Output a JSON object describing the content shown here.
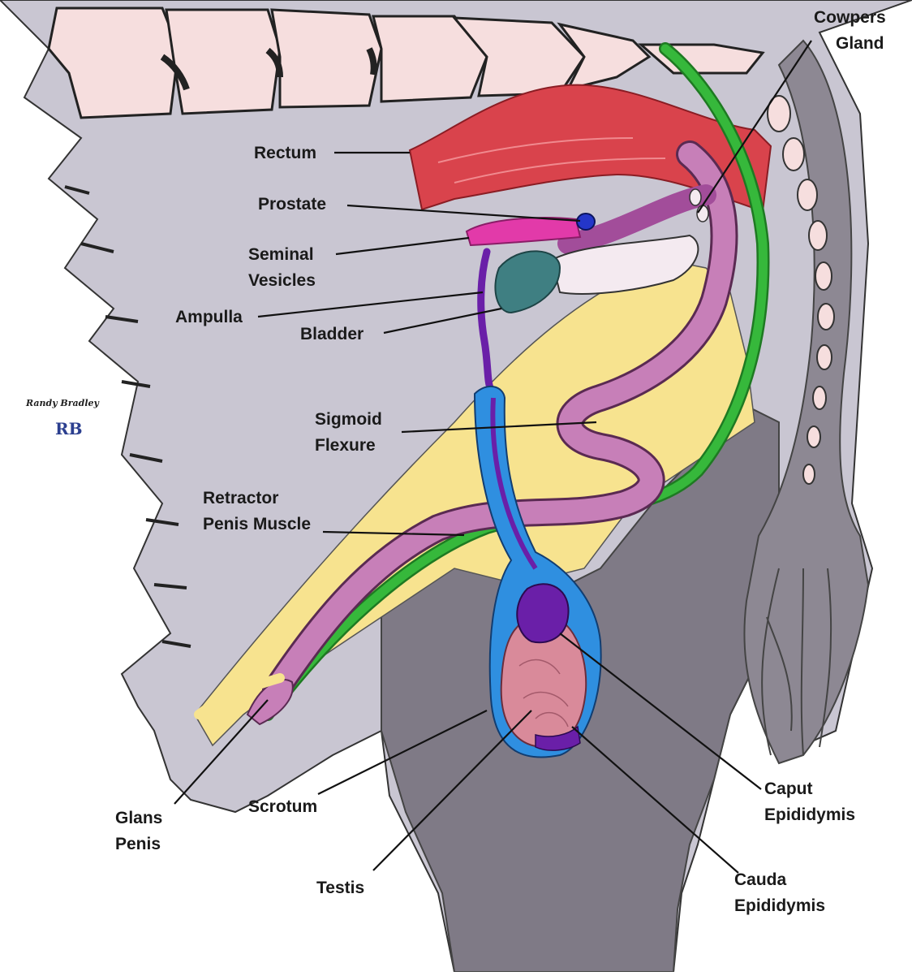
{
  "labels": {
    "cowpers_l1": "Cowpers",
    "cowpers_l2": "Gland",
    "rectum": "Rectum",
    "prostate": "Prostate",
    "seminal_l1": "Seminal",
    "seminal_l2": "Vesicles",
    "ampulla": "Ampulla",
    "bladder": "Bladder",
    "sigmoid_l1": "Sigmoid",
    "sigmoid_l2": "Flexure",
    "retractor_l1": "Retractor",
    "retractor_l2": "Penis Muscle",
    "glans_l1": "Glans",
    "glans_l2": "Penis",
    "scrotum": "Scrotum",
    "testis": "Testis",
    "caput_l1": "Caput",
    "caput_l2": "Epididymis",
    "cauda_l1": "Cauda",
    "cauda_l2": "Epididymis"
  },
  "signature": {
    "name": "Randy Bradley",
    "initials": "RB"
  },
  "colors": {
    "body": "#c9c6d2",
    "vertebra": "#f6dede",
    "rectum": "#d9434c",
    "skin_fold": "#f7e38f",
    "penis": "#c77fb8",
    "muscle": "#36b83b",
    "scrotal_tunic": "#2f8fe0",
    "epididymis": "#6a1fa8",
    "testis": "#d98a9a",
    "leg": "#7f7a86",
    "bladder": "#3f7f82",
    "vesicles": "#e23aa9",
    "prostate": "#2436c9"
  }
}
